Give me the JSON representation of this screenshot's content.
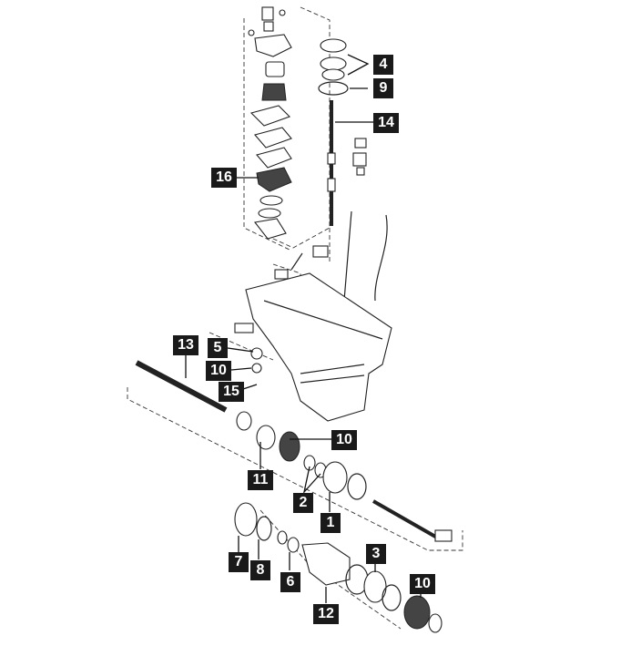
{
  "callouts": [
    {
      "label": "4"
    },
    {
      "label": "9"
    },
    {
      "label": "14"
    },
    {
      "label": "16"
    },
    {
      "label": "13"
    },
    {
      "label": "5"
    },
    {
      "label": "10"
    },
    {
      "label": "15"
    },
    {
      "label": "10"
    },
    {
      "label": "11"
    },
    {
      "label": "2"
    },
    {
      "label": "1"
    },
    {
      "label": "7"
    },
    {
      "label": "8"
    },
    {
      "label": "6"
    },
    {
      "label": "3"
    },
    {
      "label": "12"
    },
    {
      "label": "10"
    }
  ],
  "colors": {
    "ink": "#222222",
    "callout_bg": "#1a1a1a",
    "callout_text": "#ffffff"
  }
}
